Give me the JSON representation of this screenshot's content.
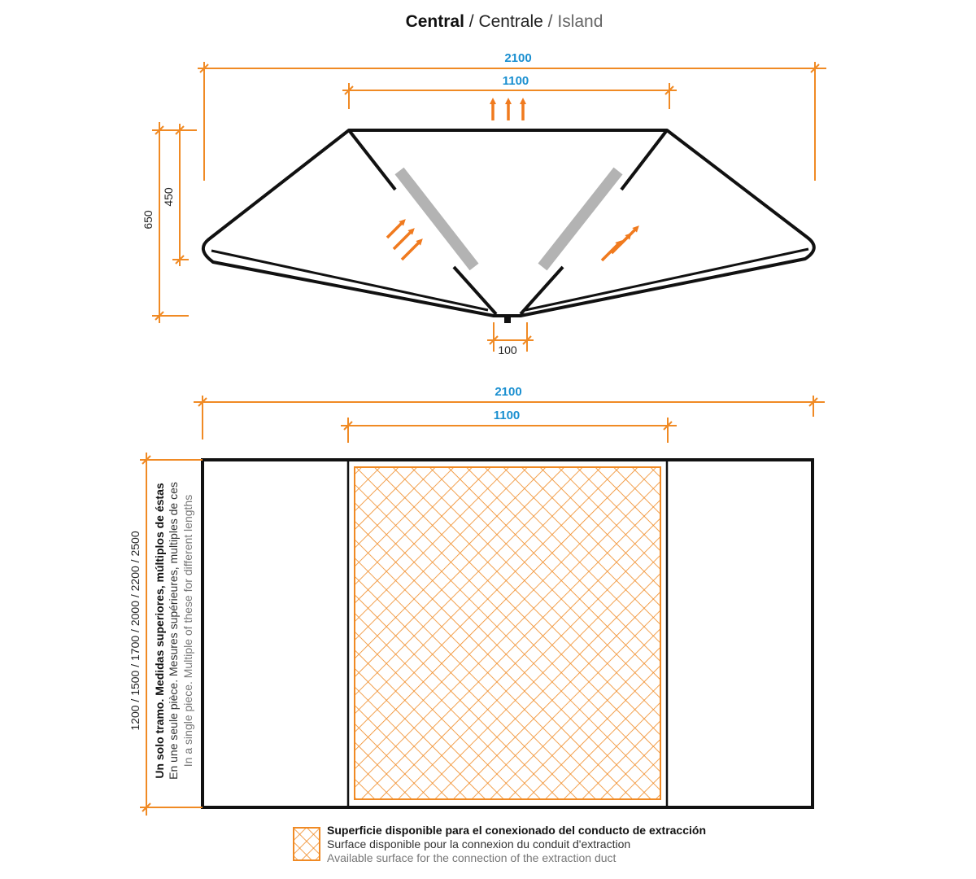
{
  "title": {
    "part1": "Central",
    "sep1": " / ",
    "part2": "Centrale",
    "sep2": " / ",
    "part3": "Island"
  },
  "top_view": {
    "width_total": "2100",
    "width_inner": "1100",
    "height_total": "650",
    "height_inner": "450",
    "duct_width": "100"
  },
  "plan_view": {
    "width_total": "2100",
    "width_inner": "1100",
    "lengths_note": {
      "es_bold": "Un solo tramo. Medidas superiores, múltiplos de éstas",
      "fr": "En une seule pièce. Mesures supérieures, multiples de ces",
      "en": "In a single piece. Multiple of these for different lengths",
      "values": "1200 / 1500 / 1700 / 2000 / 2200 / 2500"
    }
  },
  "legend": {
    "es": "Superficie disponible para el conexionado del conducto de extracción",
    "fr": "Surface disponible pour la connexion du conduit d'extraction",
    "en": "Available surface for the connection of the extraction duct"
  },
  "colors": {
    "dimension_line": "#f08a24",
    "dimension_text": "#1a8fd0",
    "outline": "#111111",
    "filter": "#b3b3b3",
    "airflow_arrow": "#f07a1e",
    "hatch": "#f08a24"
  }
}
